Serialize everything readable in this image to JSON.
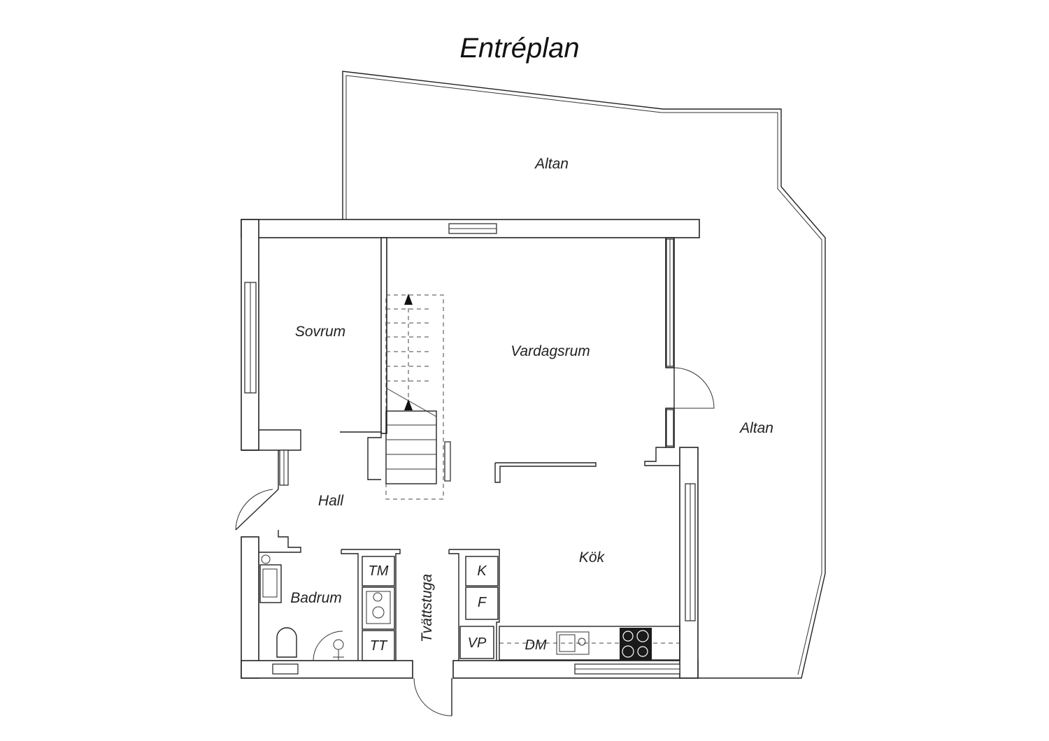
{
  "title": "Entréplan",
  "rooms": {
    "altan_top": "Altan",
    "altan_right": "Altan",
    "sovrum": "Sovrum",
    "vardagsrum": "Vardagsrum",
    "hall": "Hall",
    "kok": "Kök",
    "badrum": "Badrum",
    "tvattstuga": "Tvättstuga"
  },
  "fixtures": {
    "tm": "TM",
    "tt": "TT",
    "k": "K",
    "f": "F",
    "vp": "VP",
    "dm": "DM"
  },
  "colors": {
    "line": "#222222",
    "background": "#ffffff",
    "stove": "#1a1a1a"
  }
}
